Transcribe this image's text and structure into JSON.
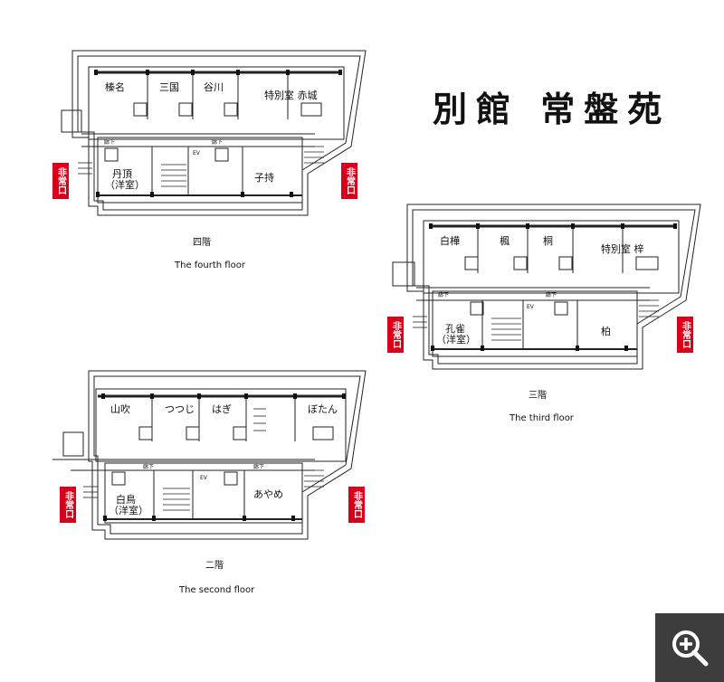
{
  "title": "別館 常盤苑",
  "colors": {
    "exit": "#d7001a",
    "zoom_bg": "#3d3d3d"
  },
  "exit_label": "非常口",
  "corridor_label": "廊下",
  "ev_label": "EV",
  "zoom_icon": "zoom-in-icon",
  "floors": {
    "fourth": {
      "label_jp": "四階",
      "label_en": "The fourth floor",
      "rooms": [
        "榛名",
        "三国",
        "谷川",
        "特別室 赤城",
        "丹頂",
        "（洋室）",
        "子持"
      ]
    },
    "third": {
      "label_jp": "三階",
      "label_en": "The third floor",
      "rooms": [
        "白樺",
        "楓",
        "桐",
        "特別室 梓",
        "孔雀",
        "（洋室）",
        "柏"
      ]
    },
    "second": {
      "label_jp": "二階",
      "label_en": "The second floor",
      "rooms": [
        "山吹",
        "つつじ",
        "はぎ",
        "ぼたん",
        "白鳥",
        "（洋室）",
        "あやめ"
      ]
    }
  }
}
